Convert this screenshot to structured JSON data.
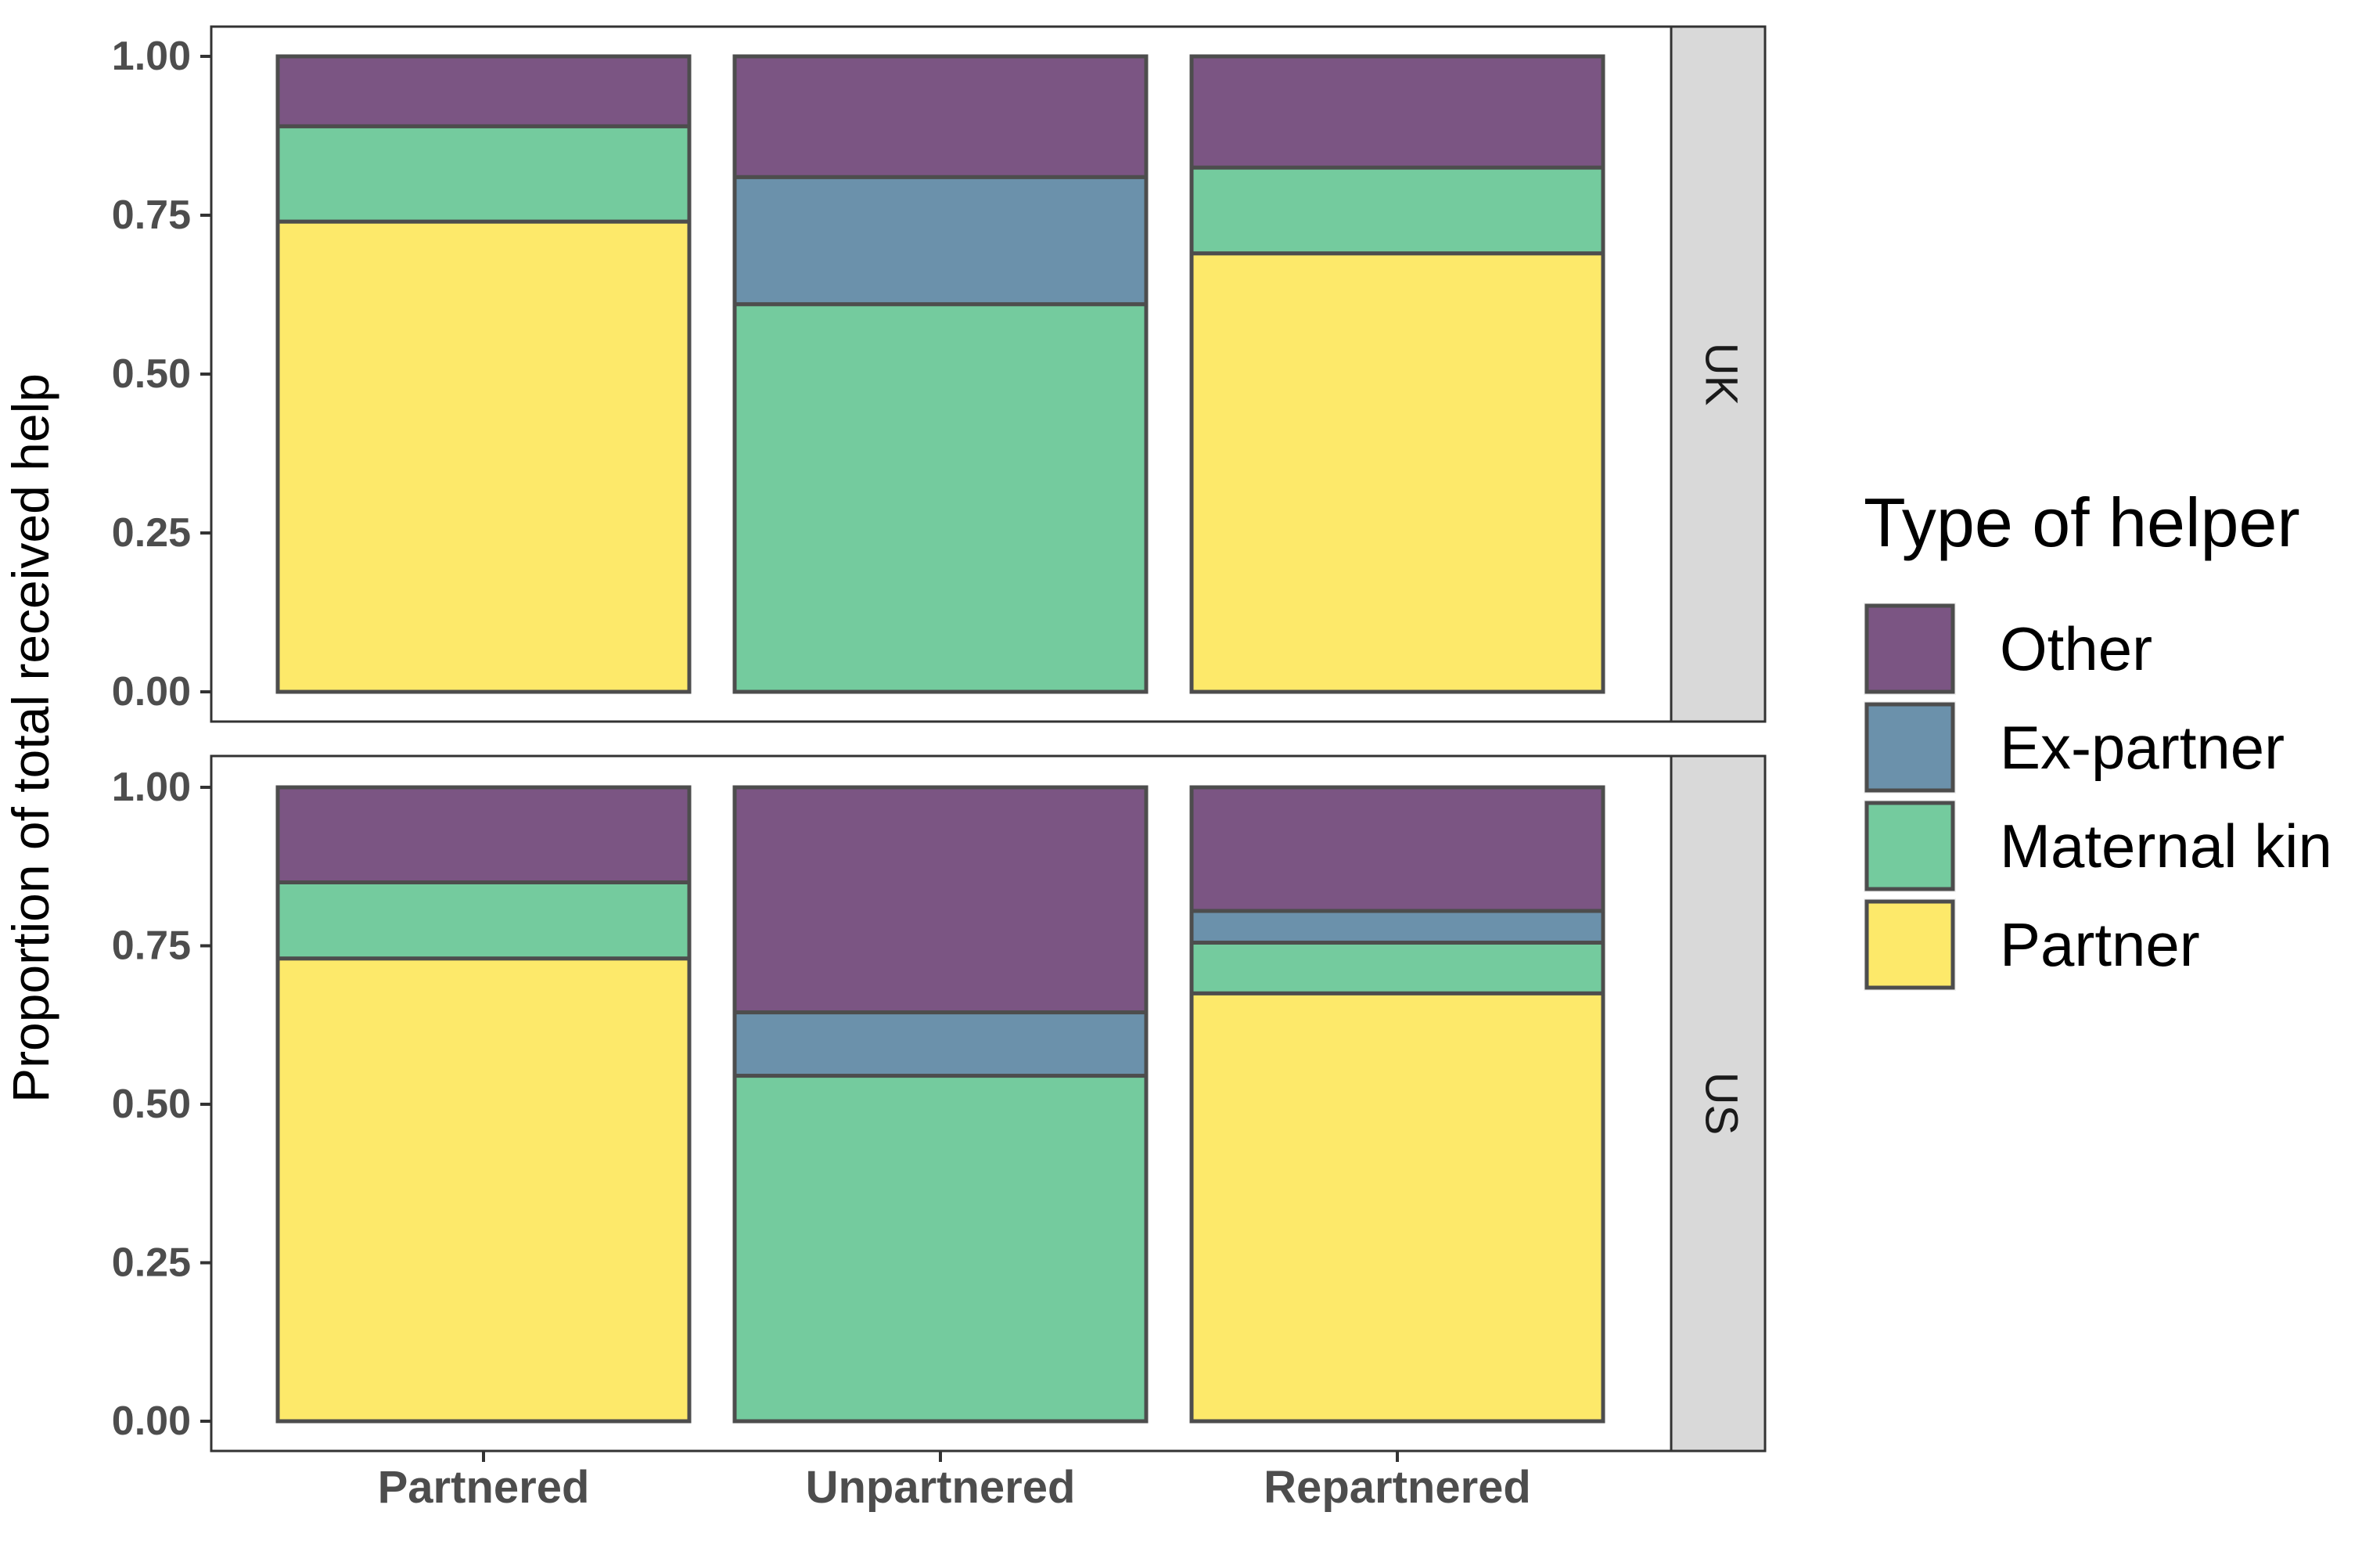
{
  "chart_data": {
    "type": "bar",
    "stacked": true,
    "categories": [
      "Partnered",
      "Unpartnered",
      "Repartnered"
    ],
    "ylabel": "Proportion of total received help",
    "xlabel": "",
    "ylim": [
      0,
      1
    ],
    "yticks": [
      "0.00",
      "0.25",
      "0.50",
      "0.75",
      "1.00"
    ],
    "ytick_values": [
      0,
      0.25,
      0.5,
      0.75,
      1.0
    ],
    "legend": {
      "title": "Type of helper",
      "position": "right",
      "entries": [
        {
          "name": "Other",
          "color": "#7b5583"
        },
        {
          "name": "Ex-partner",
          "color": "#6b91ab"
        },
        {
          "name": "Maternal kin",
          "color": "#74cb9e"
        },
        {
          "name": "Partner",
          "color": "#fde96a"
        }
      ]
    },
    "stack_order": [
      "Partner",
      "Maternal kin",
      "Ex-partner",
      "Other"
    ],
    "facets": [
      {
        "label": "UK",
        "series": [
          {
            "name": "Partner",
            "values": [
              0.74,
              0.0,
              0.69
            ]
          },
          {
            "name": "Maternal kin",
            "values": [
              0.15,
              0.61,
              0.135
            ]
          },
          {
            "name": "Ex-partner",
            "values": [
              0.0,
              0.2,
              0.0
            ]
          },
          {
            "name": "Other",
            "values": [
              0.11,
              0.19,
              0.175
            ]
          }
        ]
      },
      {
        "label": "US",
        "series": [
          {
            "name": "Partner",
            "values": [
              0.73,
              0.0,
              0.675
            ]
          },
          {
            "name": "Maternal kin",
            "values": [
              0.12,
              0.545,
              0.08
            ]
          },
          {
            "name": "Ex-partner",
            "values": [
              0.0,
              0.1,
              0.05
            ]
          },
          {
            "name": "Other",
            "values": [
              0.15,
              0.355,
              0.195
            ]
          }
        ]
      }
    ],
    "grid": false
  }
}
